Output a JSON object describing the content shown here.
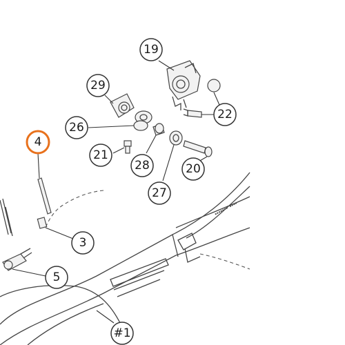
{
  "callouts": [
    {
      "id": "c19",
      "label": "19",
      "highlight": false
    },
    {
      "id": "c29",
      "label": "29",
      "highlight": false
    },
    {
      "id": "c22",
      "label": "22",
      "highlight": false
    },
    {
      "id": "c26",
      "label": "26",
      "highlight": false
    },
    {
      "id": "c4",
      "label": "4",
      "highlight": true
    },
    {
      "id": "c21",
      "label": "21",
      "highlight": false
    },
    {
      "id": "c28",
      "label": "28",
      "highlight": false
    },
    {
      "id": "c20",
      "label": "20",
      "highlight": false
    },
    {
      "id": "c27",
      "label": "27",
      "highlight": false
    },
    {
      "id": "c3",
      "label": "3",
      "highlight": false
    },
    {
      "id": "c5",
      "label": "5",
      "highlight": false
    },
    {
      "id": "c1",
      "label": "#1",
      "highlight": false
    }
  ],
  "colors": {
    "highlight": "#e8711c",
    "normal_stroke": "#333333"
  }
}
